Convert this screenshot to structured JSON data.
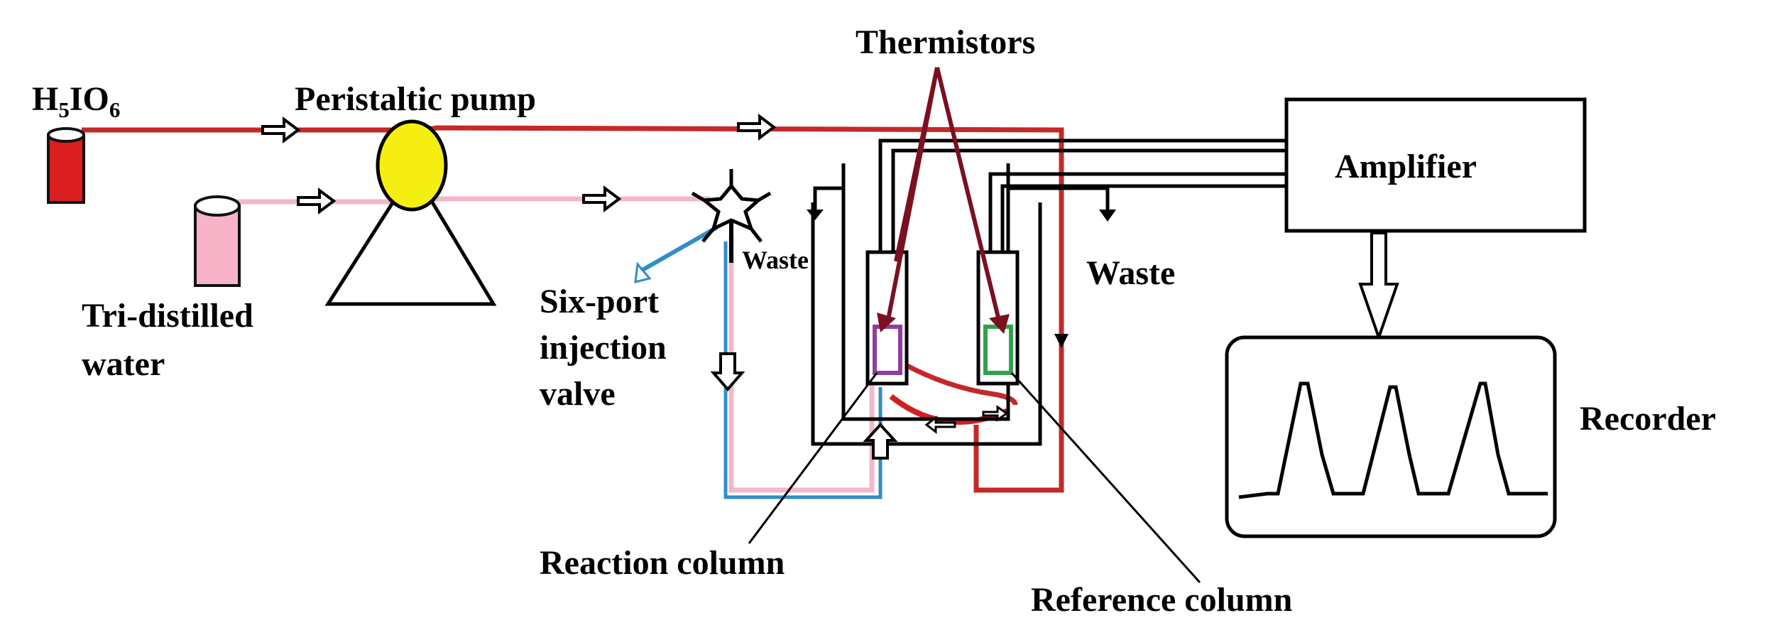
{
  "diagram": {
    "reagent": {
      "main": "H",
      "s1": "5",
      "mid": "IO",
      "s2": "6"
    },
    "labels": {
      "pump": "Peristaltic pump",
      "water_line1": "Tri-distilled",
      "water_line2": "water",
      "valve_line1": "Six-port",
      "valve_line2": "injection",
      "valve_line3": "valve",
      "waste_left": "Waste",
      "waste_right": "Waste",
      "thermistors": "Thermistors",
      "amplifier": "Amplifier",
      "recorder": "Recorder",
      "reaction_column": "Reaction column",
      "reference_column": "Reference column"
    },
    "colors": {
      "reagent_line": "#c62828",
      "water_line": "#f2b8c8",
      "injection_line": "#2f8fc6",
      "pump_fill": "#f5ee11",
      "thermistor_arrow": "#7a1020",
      "reaction_thermistor": "#8e3ea0",
      "reference_thermistor": "#33a14b",
      "reagent_bottle": "#d81e1e",
      "water_bottle": "#f7b3c8"
    },
    "icons": [
      "bottle-icon",
      "pump-icon",
      "valve-icon",
      "arrow-icon"
    ]
  }
}
